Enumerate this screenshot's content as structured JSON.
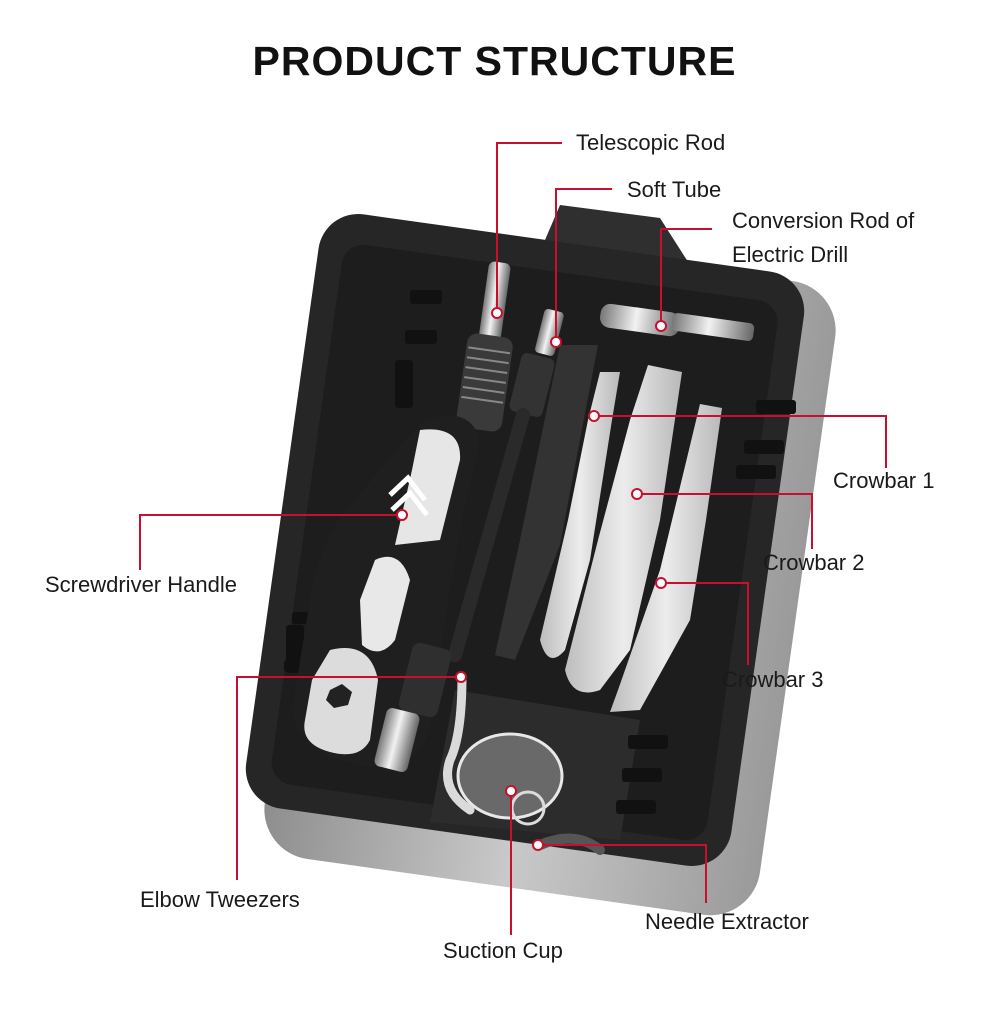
{
  "title": "PRODUCT STRUCTURE",
  "labels": {
    "telescopic_rod": "Telescopic Rod",
    "soft_tube": "Soft Tube",
    "conversion_rod_line1": "Conversion Rod of",
    "conversion_rod_line2": "Electric Drill",
    "crowbar_1": "Crowbar 1",
    "crowbar_2": "Crowbar 2",
    "crowbar_3": "Crowbar 3",
    "screwdriver_handle": "Screwdriver Handle",
    "elbow_tweezers": "Elbow Tweezers",
    "suction_cup": "Suction Cup",
    "needle_extractor": "Needle Extractor"
  },
  "colors": {
    "callout_line": "#c8102e",
    "case_body": "#2b2b2b",
    "case_shell": "#a9a9a9",
    "tool_grey": "#cfcfcf"
  }
}
